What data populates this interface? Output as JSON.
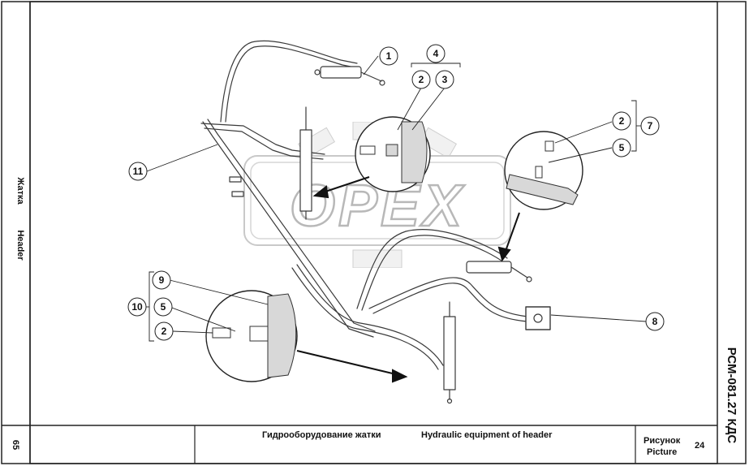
{
  "side_label": {
    "ru": "Жатка",
    "en": "Header"
  },
  "page_number": "65",
  "doc_code": "РСМ-081.27 КДС",
  "title_block": {
    "title_ru": "Гидрооборудование жатки",
    "title_en": "Hydraulic equipment of header",
    "figure_label_ru": "Рисунок",
    "figure_label_en": "Picture",
    "figure_number": "24"
  },
  "watermark": {
    "text": "OPEX"
  },
  "callouts": [
    {
      "id": "c1",
      "label": "1"
    },
    {
      "id": "c2a",
      "label": "2"
    },
    {
      "id": "c3",
      "label": "3"
    },
    {
      "id": "c4",
      "label": "4"
    },
    {
      "id": "c2b",
      "label": "2"
    },
    {
      "id": "c5a",
      "label": "5"
    },
    {
      "id": "c7",
      "label": "7"
    },
    {
      "id": "c8",
      "label": "8"
    },
    {
      "id": "c9",
      "label": "9"
    },
    {
      "id": "c10",
      "label": "10"
    },
    {
      "id": "c5b",
      "label": "5"
    },
    {
      "id": "c2c",
      "label": "2"
    },
    {
      "id": "c11",
      "label": "11"
    }
  ]
}
